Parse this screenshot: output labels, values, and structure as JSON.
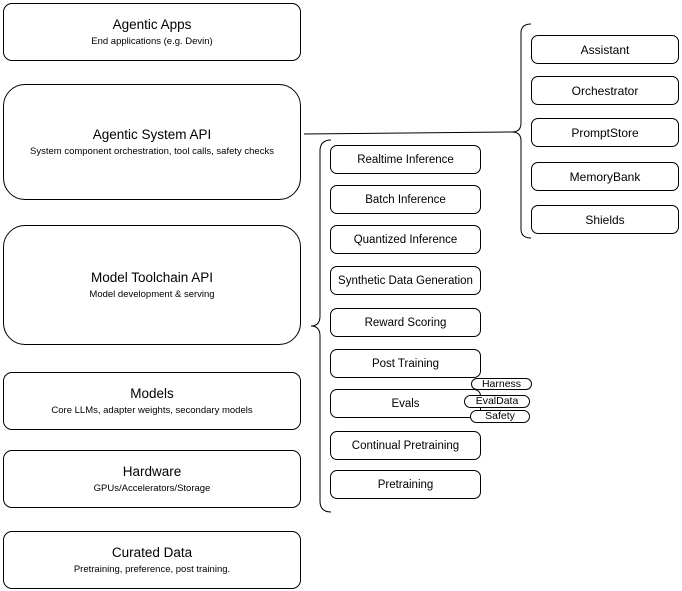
{
  "diagram": {
    "stack": [
      {
        "title": "Agentic Apps",
        "subtitle": "End applications (e.g. Devin)"
      },
      {
        "title": "Agentic System API",
        "subtitle": "System component orchestration, tool calls, safety checks"
      },
      {
        "title": "Model Toolchain API",
        "subtitle": "Model development & serving"
      },
      {
        "title": "Models",
        "subtitle": "Core LLMs, adapter weights, secondary models"
      },
      {
        "title": "Hardware",
        "subtitle": "GPUs/Accelerators/Storage"
      },
      {
        "title": "Curated Data",
        "subtitle": "Pretraining, preference, post training."
      }
    ],
    "toolchain_services": [
      "Realtime Inference",
      "Batch Inference",
      "Quantized Inference",
      "Synthetic Data Generation",
      "Reward Scoring",
      "Post Training",
      "Evals",
      "Continual Pretraining",
      "Pretraining"
    ],
    "eval_tags": [
      "Harness",
      "EvalData",
      "Safety"
    ],
    "system_components": [
      "Assistant",
      "Orchestrator",
      "PromptStore",
      "MemoryBank",
      "Shields"
    ],
    "colors": {
      "stroke": "#000000",
      "background": "#ffffff",
      "box_fill": "#ffffff"
    }
  }
}
